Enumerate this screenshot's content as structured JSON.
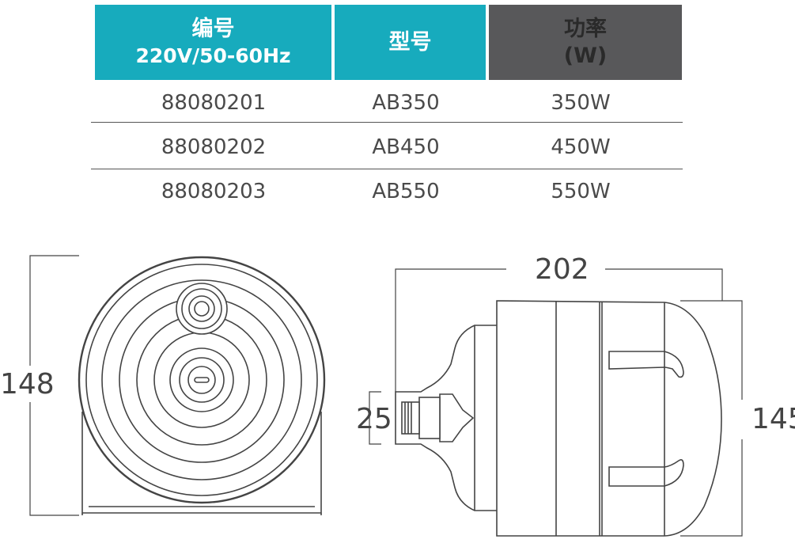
{
  "table": {
    "headers": [
      {
        "line1": "编号",
        "line2": "220V/50-60Hz"
      },
      {
        "line1": "型号",
        "line2": ""
      },
      {
        "line1": "功率",
        "line2": "(W)"
      }
    ],
    "rows": [
      [
        "88080201",
        "AB350",
        "350W"
      ],
      [
        "88080202",
        "AB450",
        "450W"
      ],
      [
        "88080203",
        "AB550",
        "550W"
      ]
    ],
    "colors": {
      "header_teal": "#17abbd",
      "header_gray": "#58585a"
    }
  },
  "drawings": {
    "front_height": "148",
    "side_length": "202",
    "side_outlet": "25",
    "side_height": "145"
  }
}
